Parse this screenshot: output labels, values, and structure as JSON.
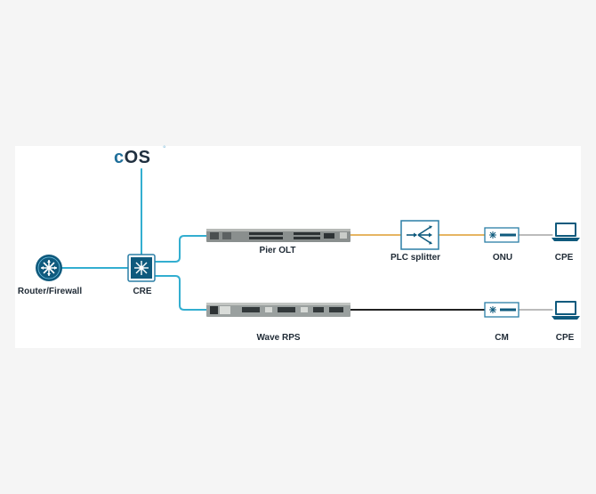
{
  "logo": {
    "text": "OS",
    "prefix": "c"
  },
  "nodes": {
    "router": "Router/Firewall",
    "cre": "CRE",
    "pier_olt": "Pier OLT",
    "plc_splitter": "PLC splitter",
    "onu": "ONU",
    "cpe_top": "CPE",
    "wave_rps": "Wave RPS",
    "cm": "CM",
    "cpe_bottom": "CPE"
  },
  "colors": {
    "link_blue": "#33aed0",
    "fiber_orange": "#e6b562",
    "coax_black": "#222222",
    "icon_dark": "#0f5a7d",
    "icon_frame": "#2a7ea6"
  }
}
